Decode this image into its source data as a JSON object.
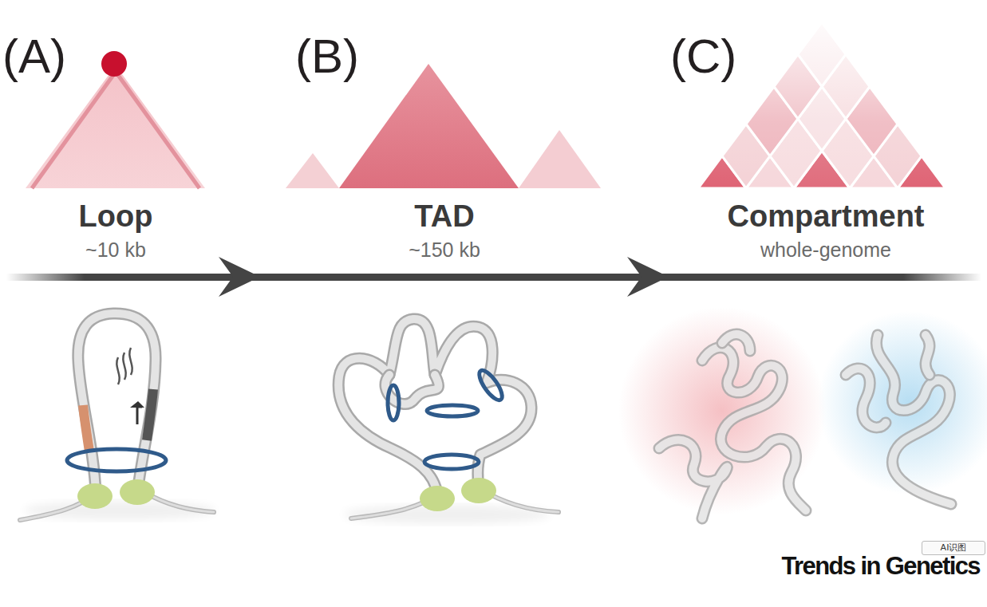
{
  "diagram": {
    "labels": [
      "(A)",
      "(B)",
      "(C)",
      "Loop",
      "~10 kb",
      "TAD",
      "~150 kb",
      "Compartment",
      "whole-genome",
      "AI识图",
      "Trends in Genetics"
    ]
  }
}
